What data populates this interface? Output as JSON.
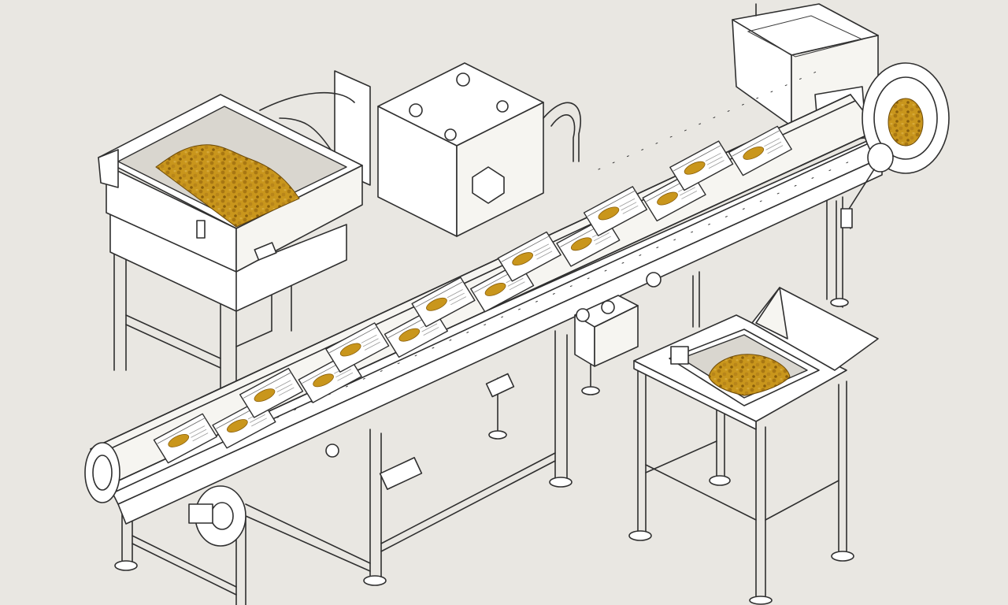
{
  "colors": {
    "background": "#e9e7e2",
    "line": "#2f2f2f",
    "fill": "#ffffff",
    "product": "#c9961c",
    "product_dark": "#8a5f0b",
    "bag_label": "#b56b12"
  },
  "components": [
    "feed-hopper",
    "motor-housing",
    "inclined-conveyor",
    "bagging-unit",
    "collection-tray-table",
    "drive-pulley",
    "control-box"
  ],
  "bags": {
    "label_text": "",
    "count": 14
  }
}
